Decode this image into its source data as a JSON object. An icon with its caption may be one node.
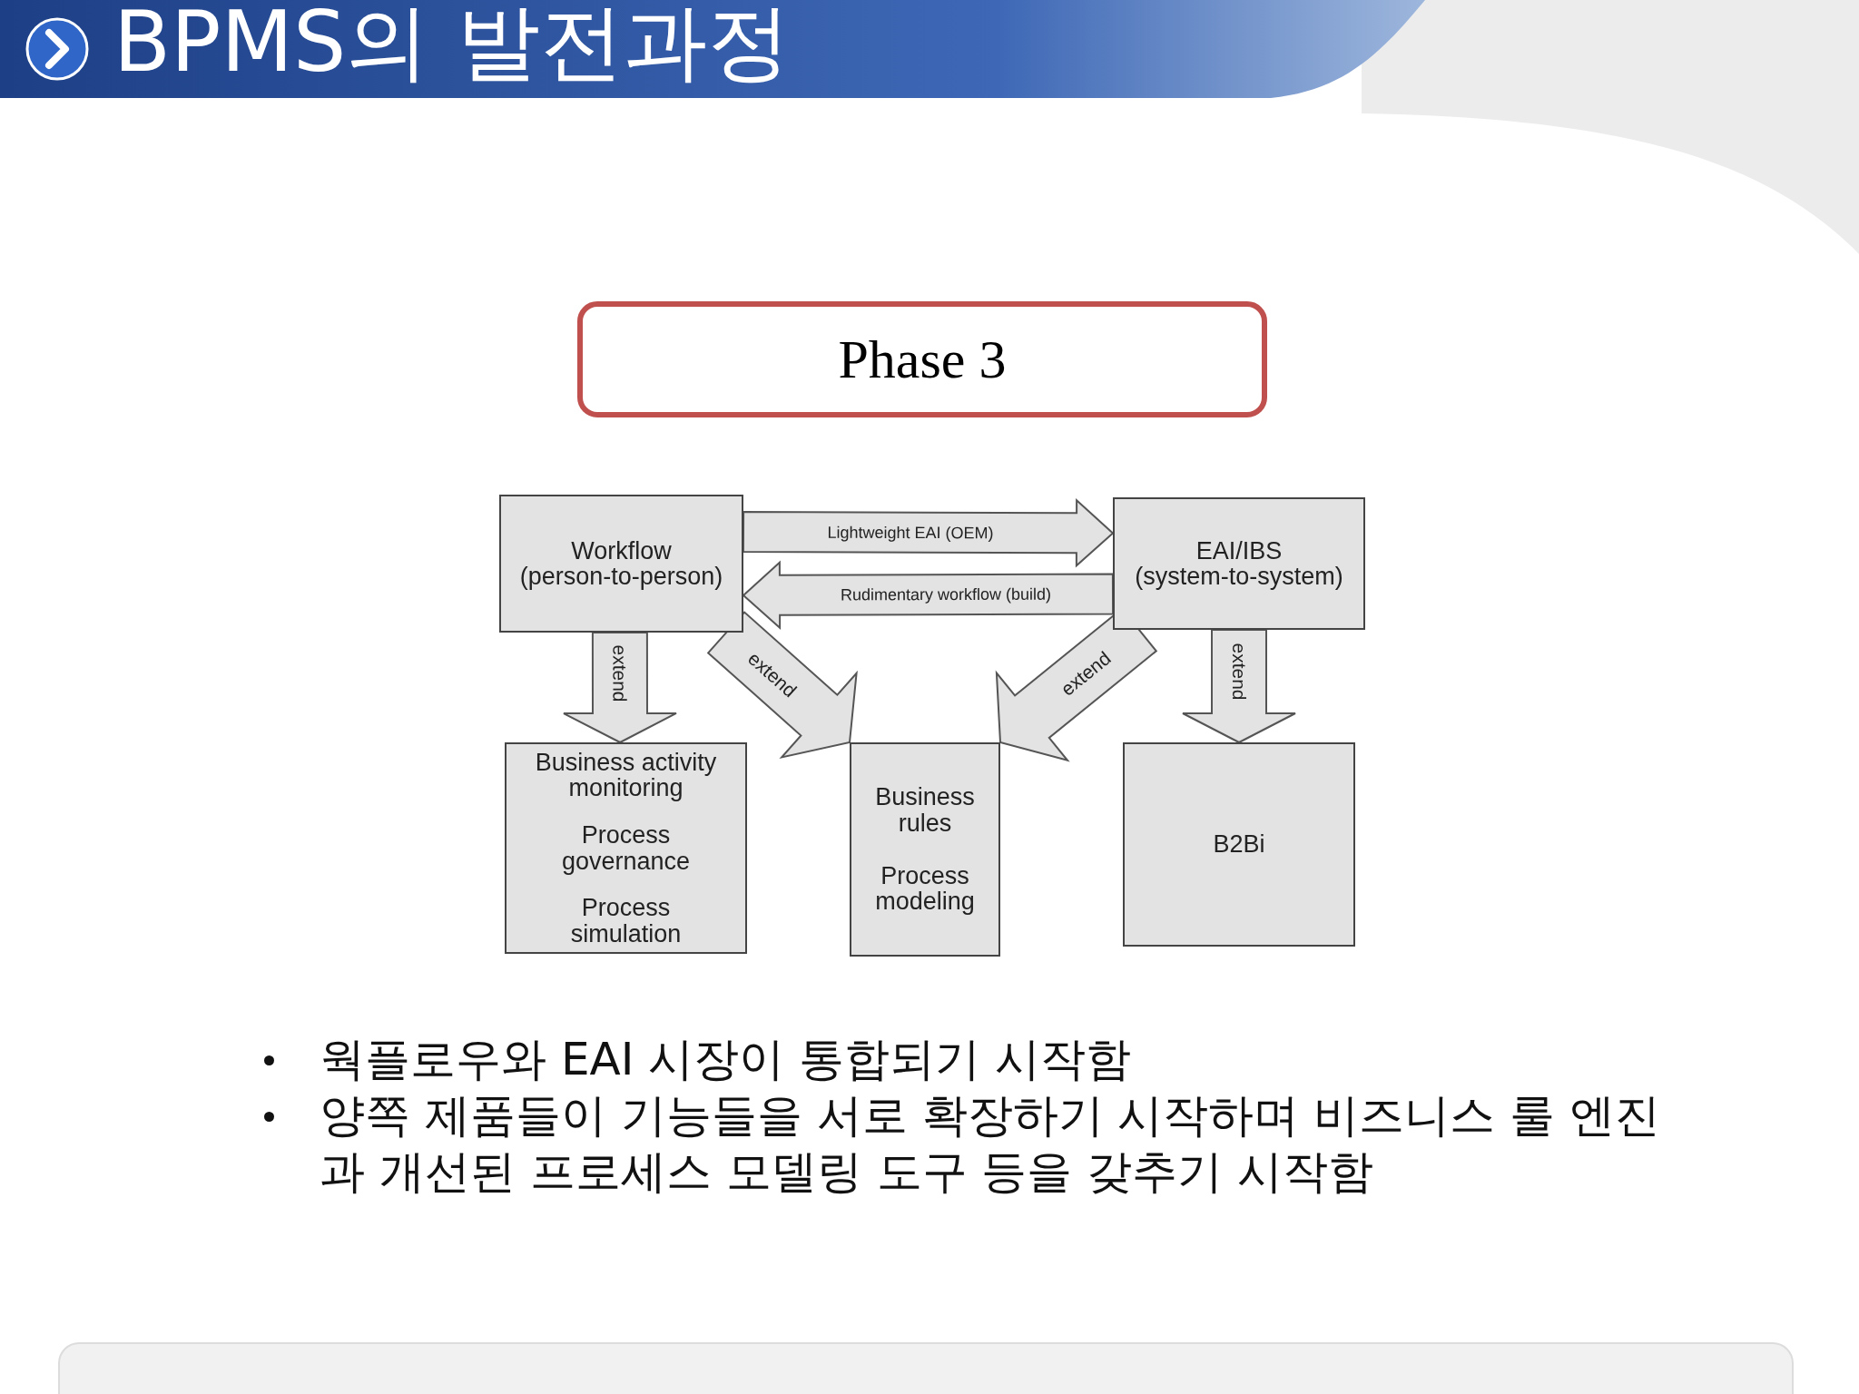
{
  "diagram": {
    "title": "BPMS의 발전과정",
    "nodes": [
      {
        "text": [
          "Phase 3"
        ]
      },
      {
        "text": [
          "Workflow (person-to-person)"
        ]
      },
      {
        "text": [
          "EAI/IBS (system-to-system)"
        ]
      },
      {
        "text": [
          "Business activity monitoring",
          "Process governance",
          "Process simulation"
        ]
      },
      {
        "text": [
          "Business rules",
          "Process modeling"
        ]
      },
      {
        "text": [
          "B2Bi"
        ]
      }
    ],
    "edges": [
      {
        "from": 1,
        "to": 2,
        "arrow": "to",
        "label": "Lightweight EAI (OEM)"
      },
      {
        "from": 2,
        "to": 1,
        "arrow": "to",
        "label": "Rudimentary workflow (build)"
      },
      {
        "from": 1,
        "to": 3,
        "arrow": "to",
        "label": "extend"
      },
      {
        "from": 1,
        "to": 4,
        "arrow": "to",
        "label": "extend"
      },
      {
        "from": 2,
        "to": 4,
        "arrow": "to",
        "label": "extend"
      },
      {
        "from": 2,
        "to": 5,
        "arrow": "to",
        "label": "extend"
      }
    ],
    "labels": [
      "웍플로우와 EAI 시장이 통합되기 시작함",
      "양쪽 제품들이 기능들을 서로 확장하기 시작하며 비즈니스 룰 엔진과 개선된 프로세스 모델링 도구 등을 갖추기 시작함"
    ]
  }
}
